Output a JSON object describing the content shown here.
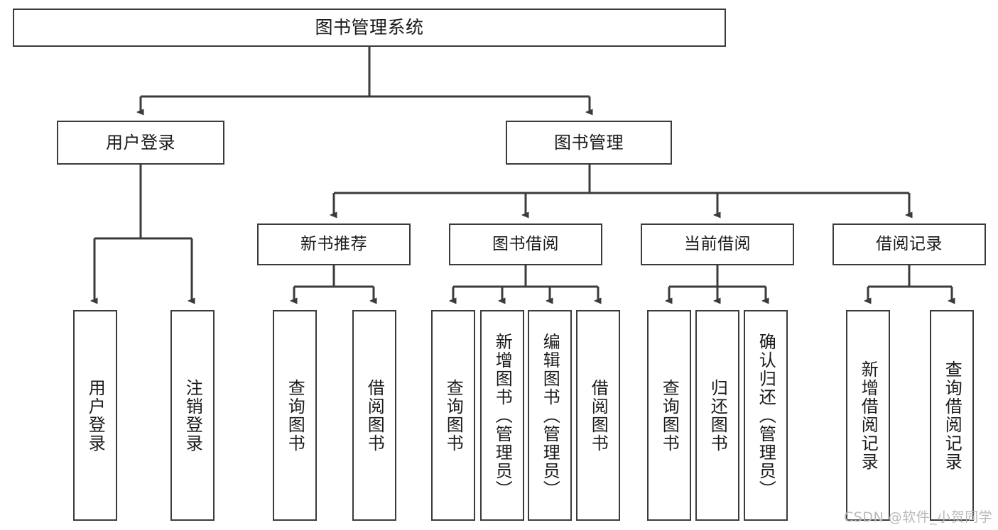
{
  "diagram": {
    "type": "tree",
    "title": "图书管理系统",
    "watermark": "CSDN @软件_小贺同学",
    "colors": {
      "background": "#ffffff",
      "border": "#3b3b3b",
      "text": "#1a1a1a",
      "edge": "#3b3b3b",
      "watermark": "#b9b9b9"
    },
    "nodes": {
      "root": {
        "label": "图书管理系统"
      },
      "level2": [
        {
          "label": "用户登录"
        },
        {
          "label": "图书管理"
        }
      ],
      "level3": [
        {
          "label": "新书推荐"
        },
        {
          "label": "图书借阅"
        },
        {
          "label": "当前借阅"
        },
        {
          "label": "借阅记录"
        }
      ],
      "leaves": {
        "user_login": [
          {
            "label": "用户登录"
          },
          {
            "label": "注销登录"
          }
        ],
        "new_book": [
          {
            "label": "查询图书"
          },
          {
            "label": "借阅图书"
          }
        ],
        "book_borrow": [
          {
            "label": "查询图书"
          },
          {
            "label": "新增图书（管理员）"
          },
          {
            "label": "编辑图书（管理员）"
          },
          {
            "label": "借阅图书"
          }
        ],
        "current_borrow": [
          {
            "label": "查询图书"
          },
          {
            "label": "归还图书"
          },
          {
            "label": "确认归还（管理员）"
          }
        ],
        "borrow_record": [
          {
            "label": "新增借阅记录"
          },
          {
            "label": "查询借阅记录"
          }
        ]
      }
    }
  }
}
